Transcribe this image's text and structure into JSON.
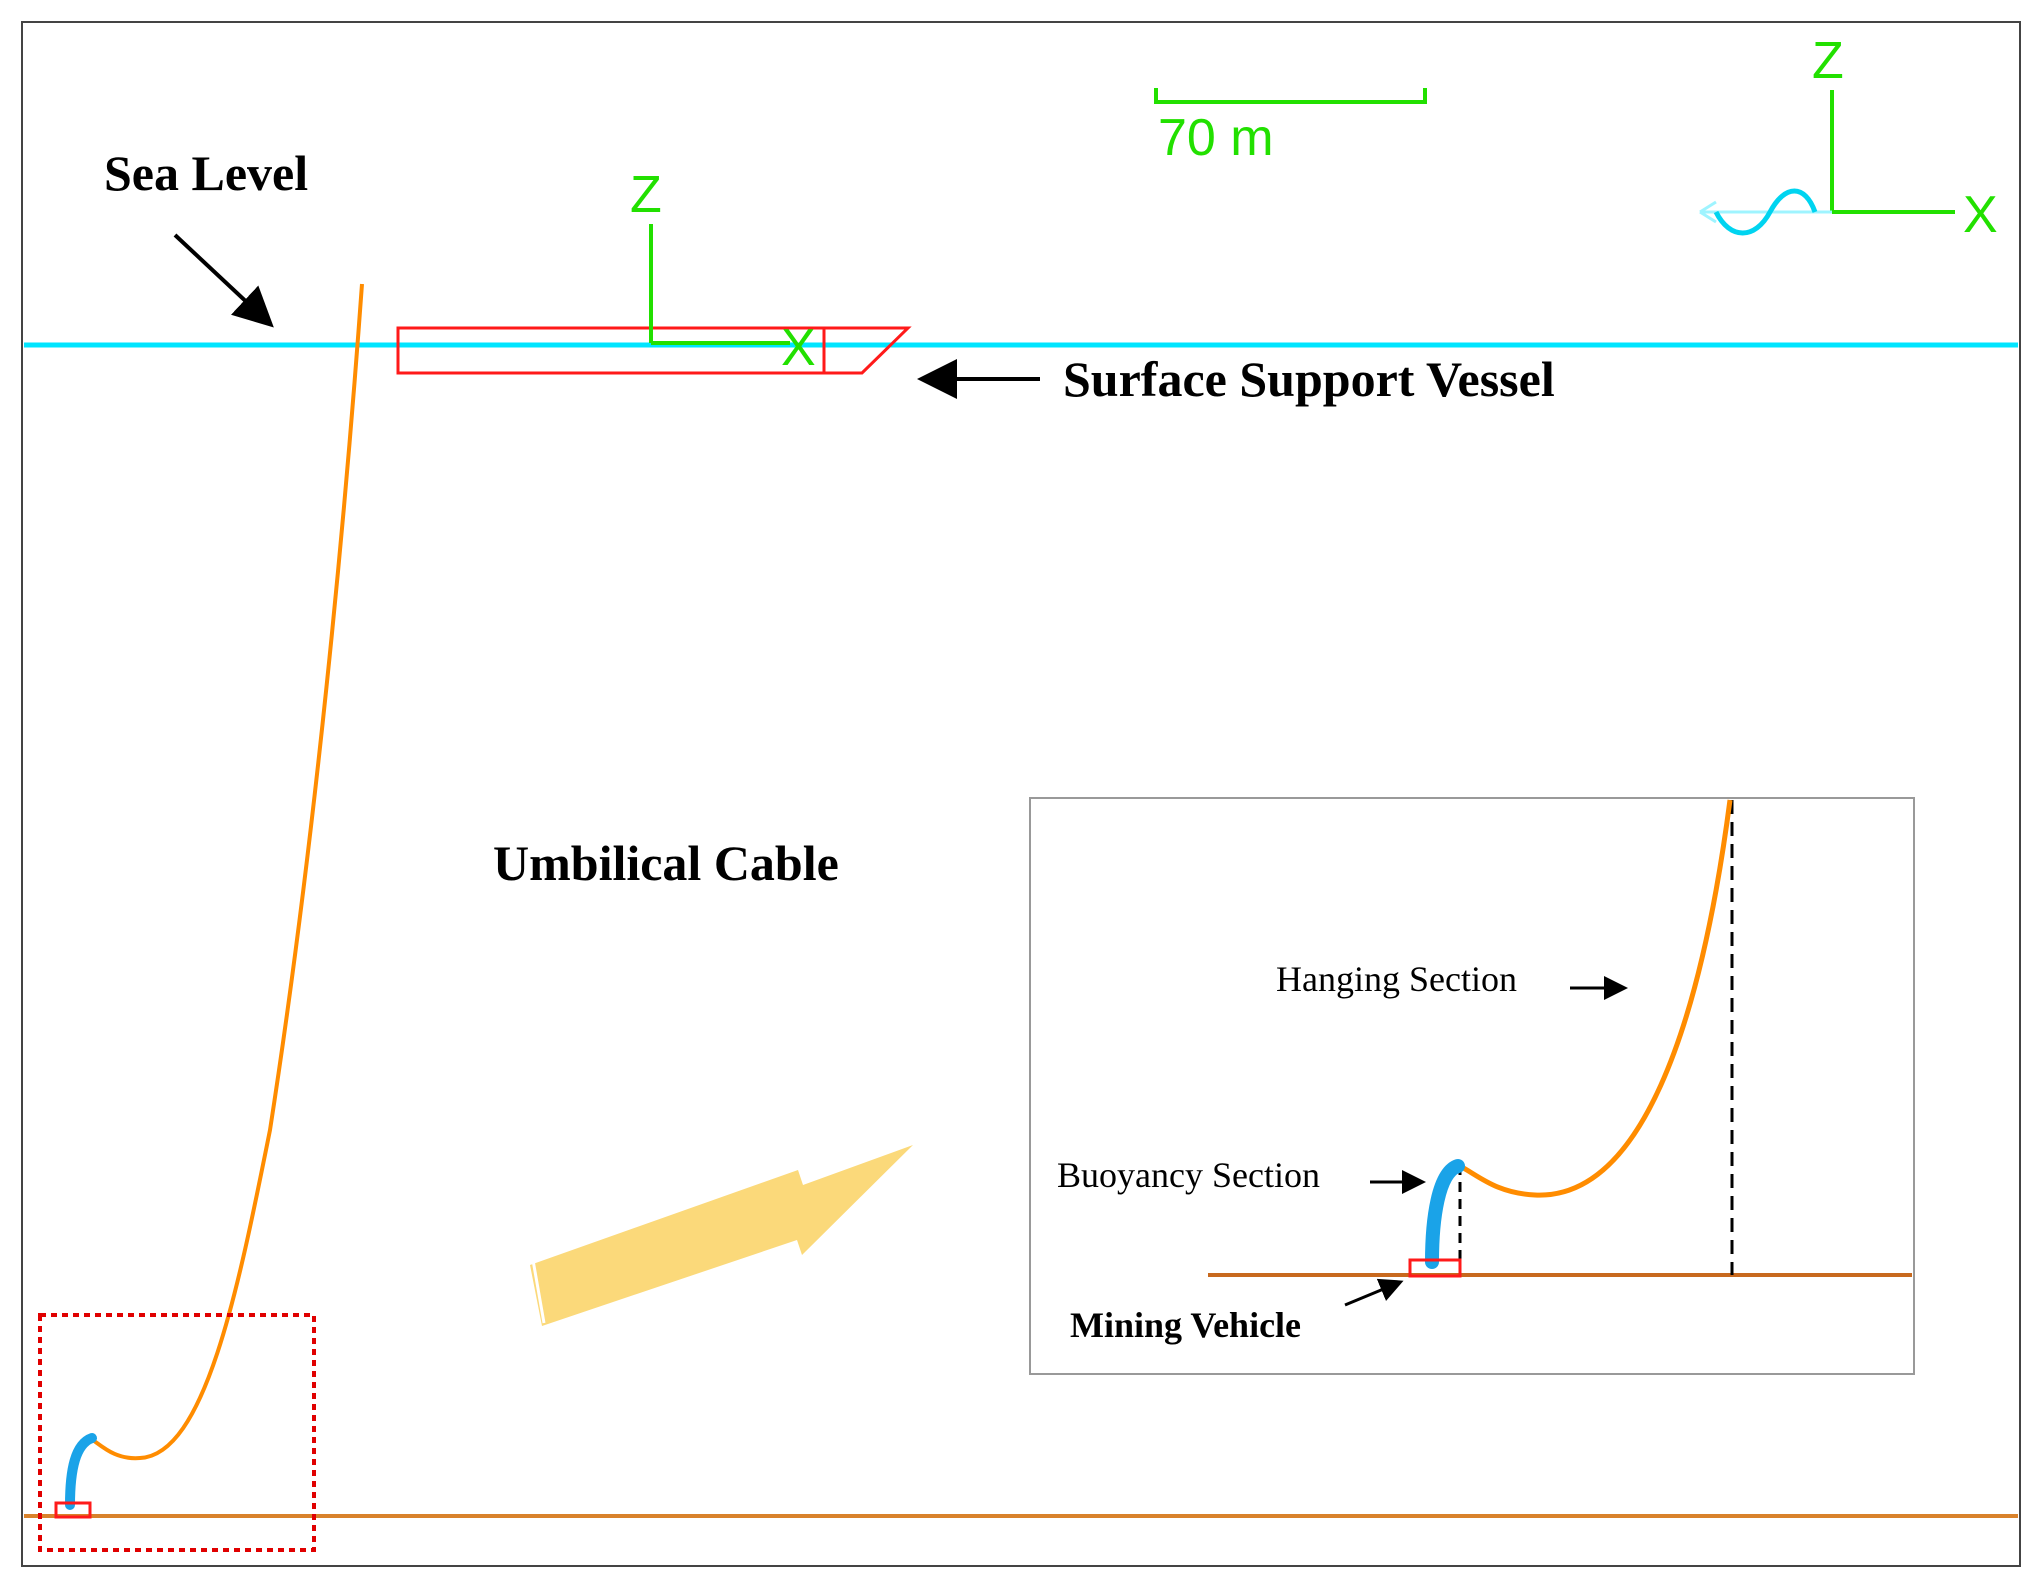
{
  "labels": {
    "sea_level": "Sea Level",
    "surface_support_vessel": "Surface Support Vessel",
    "umbilical_cable": "Umbilical Cable",
    "hanging_section": "Hanging Section",
    "buoyancy_section": "Buoyancy Section",
    "mining_vehicle": "Mining Vehicle"
  },
  "scale_bar": {
    "label": "70 m"
  },
  "axes": {
    "vessel": {
      "z": "Z",
      "x": "X"
    },
    "global": {
      "z": "Z",
      "x": "X"
    }
  },
  "colors": {
    "sea_level": "#00e5ff",
    "seabed": "#d9822b",
    "cable_hanging": "#ff8c00",
    "cable_buoyancy": "#1aa3e8",
    "vessel_outline": "#ff1a1a",
    "axis": "#22e000",
    "zoom_box": "#e00000",
    "big_arrow": "#fbd97a",
    "text": "#000000"
  },
  "icons": {
    "wave_direction": "wave-arrow-icon",
    "pointer": "black-arrow-icon"
  }
}
